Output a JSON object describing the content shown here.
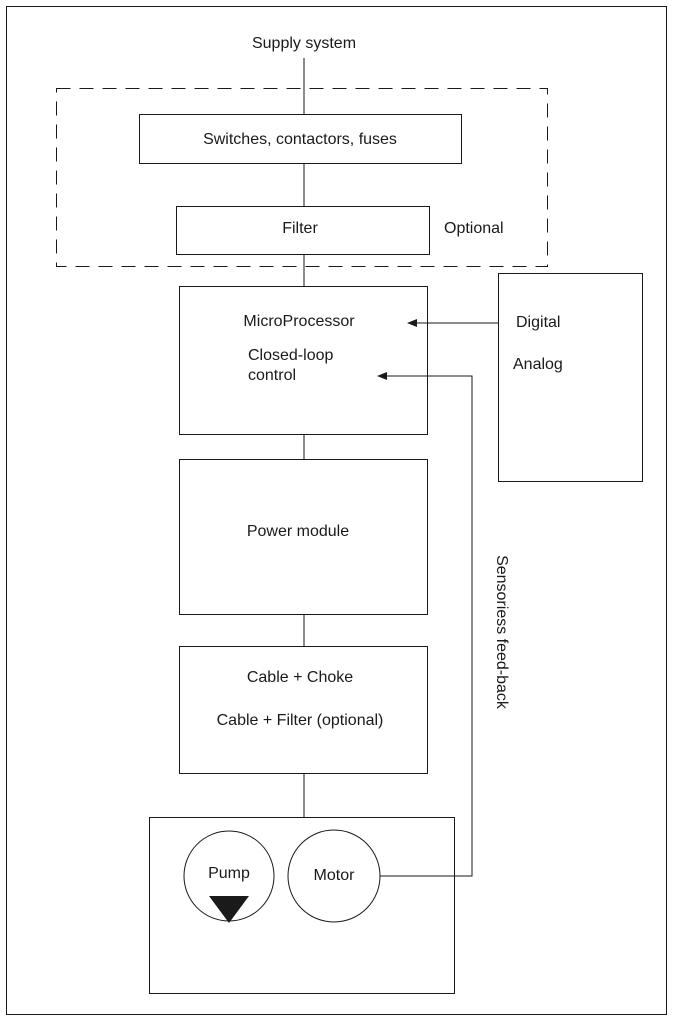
{
  "diagram": {
    "supply_label": "Supply system",
    "switches_label": "Switches, contactors, fuses",
    "filter_label": "Filter",
    "optional_label": "Optional",
    "microprocessor": {
      "title": "MicroProcessor",
      "line1": "Closed-loop",
      "line2": "control"
    },
    "inputs": {
      "digital": "Digital",
      "analog": "Analog"
    },
    "power_module_label": "Power module",
    "cable": {
      "line1": "Cable + Choke",
      "line2": "Cable + Filter (optional)"
    },
    "pump_label": "Pump",
    "motor_label": "Motor",
    "feedback_label": "Sensoriess feed-back"
  }
}
